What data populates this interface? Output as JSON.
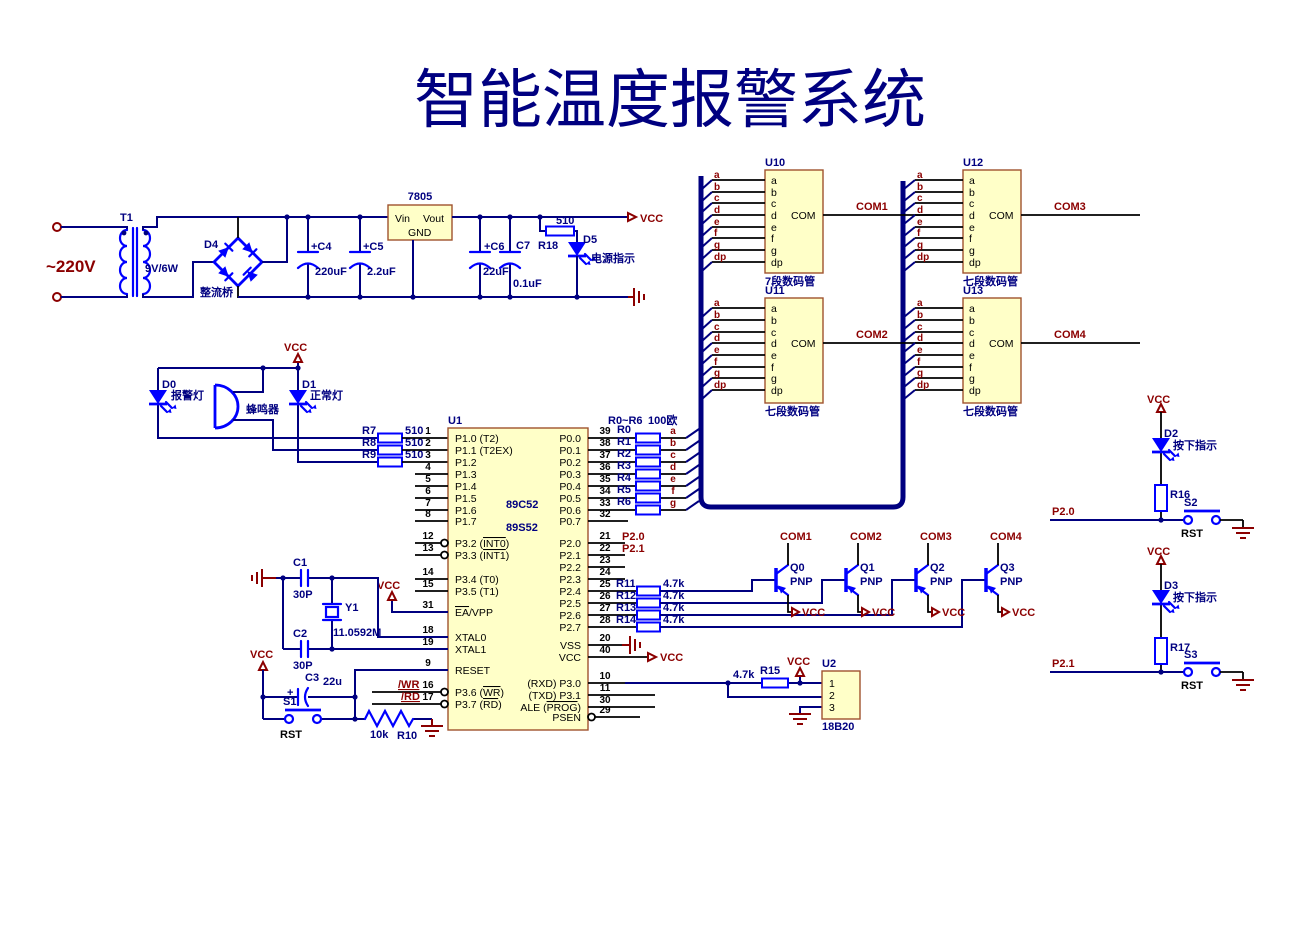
{
  "title": "智能温度报警系统",
  "colors": {
    "wire": "#000080",
    "component": "#0000FF",
    "net_label": "#8B0000",
    "chip_fill": "#FFFFC8",
    "chip_border": "#A0522D"
  },
  "power": {
    "ac": "~220V",
    "t1": "T1",
    "t1_val": "9V/6W",
    "d4": "D4",
    "d4_label": "整流桥",
    "reg": "7805",
    "vin": "Vin",
    "vout": "Vout",
    "gnd": "GND",
    "c4": "+C4",
    "c4_val": "220uF",
    "c5": "+C5",
    "c5_val": "2.2uF",
    "c6": "+C6",
    "c6_val": "22uF",
    "c7": "C7",
    "c7_val": "0.1uF",
    "r18": "R18",
    "r18_val": "510",
    "d5": "D5",
    "d5_label": "电源指示",
    "vcc": "VCC"
  },
  "alarm": {
    "vcc": "VCC",
    "d0": "D0",
    "d0_label": "报警灯",
    "buzzer": "蜂鸣器",
    "d1": "D1",
    "d1_label": "正常灯",
    "res": [
      {
        "ref": "R7",
        "val": "510"
      },
      {
        "ref": "R8",
        "val": "510"
      },
      {
        "ref": "R9",
        "val": "510"
      }
    ]
  },
  "mcu": {
    "ref": "U1",
    "part1": "89C52",
    "part2": "89S52",
    "vcc40": "VCC",
    "left": [
      {
        "num": "1",
        "pre": "P1.0 (T2)"
      },
      {
        "num": "2",
        "pre": "P1.1 (T2EX)"
      },
      {
        "num": "3",
        "pre": "P1.2"
      },
      {
        "num": "4",
        "pre": "P1.3"
      },
      {
        "num": "5",
        "pre": "P1.4"
      },
      {
        "num": "6",
        "pre": "P1.5"
      },
      {
        "num": "7",
        "pre": "P1.6"
      },
      {
        "num": "8",
        "pre": "P1.7"
      },
      {
        "num": "12",
        "pre": "P3.2 (",
        "ov": "INT0",
        "post": ")"
      },
      {
        "num": "13",
        "pre": "P3.3 (",
        "ov": "INT1",
        "post": ")"
      },
      {
        "num": "14",
        "pre": "P3.4 (T0)"
      },
      {
        "num": "15",
        "pre": "P3.5 (T1)"
      },
      {
        "num": "31",
        "pre": "",
        "ov": "EA",
        "post": "/VPP"
      },
      {
        "num": "18",
        "pre": "XTAL0"
      },
      {
        "num": "19",
        "pre": "XTAL1"
      },
      {
        "num": "9",
        "pre": "RESET"
      },
      {
        "num": "16",
        "pre": "P3.6 (",
        "ov": "WR",
        "post": ")"
      },
      {
        "num": "17",
        "pre": "P3.7 (",
        "ov": "RD",
        "post": ")"
      }
    ],
    "right": [
      {
        "num": "39",
        "pre": "P0.0"
      },
      {
        "num": "38",
        "pre": "P0.1"
      },
      {
        "num": "37",
        "pre": "P0.2"
      },
      {
        "num": "36",
        "pre": "P0.3"
      },
      {
        "num": "35",
        "pre": "P0.4"
      },
      {
        "num": "34",
        "pre": "P0.5"
      },
      {
        "num": "33",
        "pre": "P0.6"
      },
      {
        "num": "32",
        "pre": "P0.7"
      },
      {
        "num": "21",
        "pre": "P2.0"
      },
      {
        "num": "22",
        "pre": "P2.1"
      },
      {
        "num": "23",
        "pre": "P2.2"
      },
      {
        "num": "24",
        "pre": "P2.3"
      },
      {
        "num": "25",
        "pre": "P2.4"
      },
      {
        "num": "26",
        "pre": "P2.5"
      },
      {
        "num": "27",
        "pre": "P2.6"
      },
      {
        "num": "28",
        "pre": "P2.7"
      },
      {
        "num": "20",
        "pre": "VSS"
      },
      {
        "num": "40",
        "pre": "VCC"
      },
      {
        "num": "10",
        "pre": "(RXD) P3.0"
      },
      {
        "num": "11",
        "pre": "(TXD) P3.1"
      },
      {
        "num": "30",
        "pre": "ALE (",
        "ov": "PROG",
        "post": ")"
      },
      {
        "num": "29",
        "pre": "PSEN"
      }
    ]
  },
  "segnet": {
    "header": "R0~R6",
    "ohms": "100欧",
    "items": [
      {
        "ref": "R0",
        "seg": "a"
      },
      {
        "ref": "R1",
        "seg": "b"
      },
      {
        "ref": "R2",
        "seg": "c"
      },
      {
        "ref": "R3",
        "seg": "d"
      },
      {
        "ref": "R4",
        "seg": "e"
      },
      {
        "ref": "R5",
        "seg": "f"
      },
      {
        "ref": "R6",
        "seg": "g"
      }
    ]
  },
  "p2": {
    "p20": "P2.0",
    "p21": "P2.1"
  },
  "drv": {
    "res": [
      {
        "ref": "R11",
        "val": "4.7k"
      },
      {
        "ref": "R12",
        "val": "4.7k"
      },
      {
        "ref": "R13",
        "val": "4.7k"
      },
      {
        "ref": "R14",
        "val": "4.7k"
      }
    ],
    "q": [
      {
        "ref": "Q0",
        "type": "PNP",
        "com": "COM1",
        "vcc": "VCC"
      },
      {
        "ref": "Q1",
        "type": "PNP",
        "com": "COM2",
        "vcc": "VCC"
      },
      {
        "ref": "Q2",
        "type": "PNP",
        "com": "COM3",
        "vcc": "VCC"
      },
      {
        "ref": "Q3",
        "type": "PNP",
        "com": "COM4",
        "vcc": "VCC"
      }
    ]
  },
  "sensor": {
    "ref": "U2",
    "part": "18B20",
    "p1": "1",
    "p2": "2",
    "p3": "3",
    "r15": "R15",
    "r15_val": "4.7k",
    "vcc": "VCC"
  },
  "osc": {
    "c1": "C1",
    "c1_val": "30P",
    "c2": "C2",
    "c2_val": "30P",
    "y1": "Y1",
    "y1_val": "11.0592M"
  },
  "reset": {
    "vcc": "VCC",
    "c3": "C3",
    "c3_val": "22u",
    "plus": "+",
    "s1": "S1",
    "rst": "RST",
    "r10": "R10",
    "r10_val": "10k"
  },
  "ctrl": {
    "wr": "/WR",
    "rd": "/RD"
  },
  "displays": [
    {
      "ref": "U10",
      "caption": "7段数码管",
      "com": "COM",
      "net": "COM1",
      "pins": [
        "a",
        "b",
        "c",
        "d",
        "e",
        "f",
        "g",
        "dp"
      ]
    },
    {
      "ref": "U11",
      "caption": "七段数码管",
      "com": "COM",
      "net": "COM2",
      "pins": [
        "a",
        "b",
        "c",
        "d",
        "e",
        "f",
        "g",
        "dp"
      ]
    },
    {
      "ref": "U12",
      "caption": "七段数码管",
      "com": "COM",
      "net": "COM3",
      "pins": [
        "a",
        "b",
        "c",
        "d",
        "e",
        "f",
        "g",
        "dp"
      ]
    },
    {
      "ref": "U13",
      "caption": "七段数码管",
      "com": "COM",
      "net": "COM4",
      "pins": [
        "a",
        "b",
        "c",
        "d",
        "e",
        "f",
        "g",
        "dp"
      ]
    }
  ],
  "keys": [
    {
      "vcc": "VCC",
      "d": "D2",
      "d_label": "按下指示",
      "r": "R16",
      "net": "P2.0",
      "s": "S2",
      "rst": "RST"
    },
    {
      "vcc": "VCC",
      "d": "D3",
      "d_label": "按下指示",
      "r": "R17",
      "net": "P2.1",
      "s": "S3",
      "rst": "RST"
    }
  ]
}
